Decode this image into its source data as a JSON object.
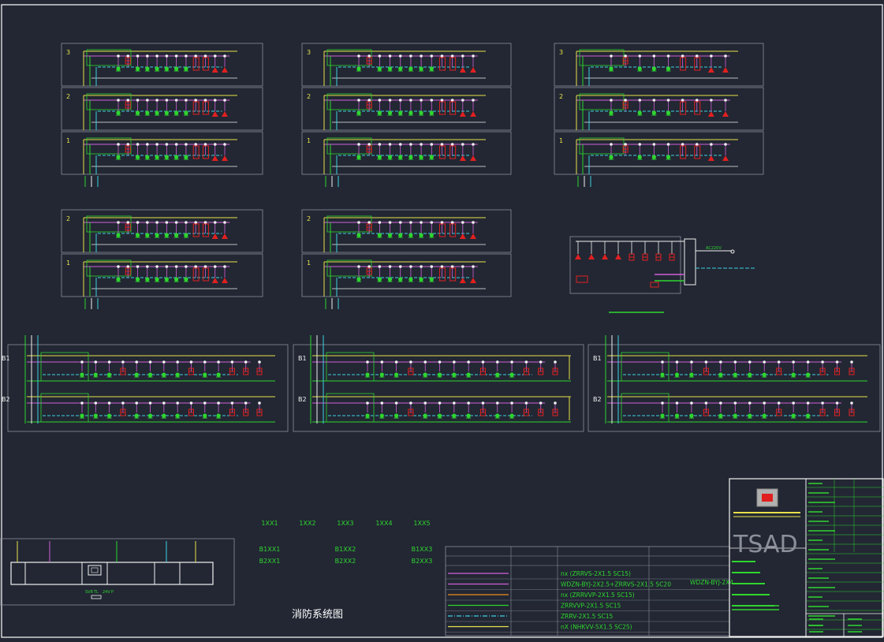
{
  "colors": {
    "background": "#222733",
    "frame": "#ffffff",
    "panel_border": "#8a8f99",
    "busbar": "#e8e04a",
    "signal": "#d15fd8",
    "green": "#2fd62f",
    "cyan": "#3fd0e0",
    "red": "#e02020",
    "white": "#f2f2f2",
    "orange": "#f08a20"
  },
  "upper_blocks": [
    {
      "floors": [
        "3",
        "2",
        "1"
      ]
    },
    {
      "floors": [
        "3",
        "2",
        "1"
      ]
    },
    {
      "floors": [
        "3",
        "2",
        "1"
      ]
    },
    {
      "floors": [
        "2",
        "1"
      ]
    },
    {
      "floors": [
        "2",
        "1"
      ]
    }
  ],
  "basement_blocks": [
    {
      "floors": [
        "B1",
        "B2"
      ]
    },
    {
      "floors": [
        "B1",
        "B2"
      ]
    },
    {
      "floors": [
        "B1",
        "B2"
      ]
    }
  ],
  "power_box": {
    "supply_label": "AC220V"
  },
  "zones_top": [
    "1XX1",
    "1XX2",
    "1XX3",
    "1XX4",
    "1XX5"
  ],
  "zones_bottom": [
    [
      "B1XX1",
      "B2XX1"
    ],
    [
      "B1XX2",
      "B2XX2"
    ],
    [
      "B1XX3",
      "B2XX3"
    ]
  ],
  "host_labels": [
    "SVR",
    "TL",
    "24V",
    "P"
  ],
  "legend": {
    "rows": [
      {
        "icon": "signal-line-icon",
        "text": "nx (ZRRVS-2X1.5 SC15)"
      },
      {
        "icon": "power-signal-line-icon",
        "text": "WDZN-BYJ-2X2.5+ZRRVS-2X1.5 SC20"
      },
      {
        "icon": "broadcast-line-icon",
        "text": "nx (ZRRVVP-2X1.5 SC15)"
      },
      {
        "icon": "telephone-line-icon",
        "text": "ZRRVVP-2X1.5 SC15"
      },
      {
        "icon": "control-line-icon",
        "text": "ZRRV-2X1.5 SC15"
      },
      {
        "icon": "bus-line-icon",
        "text": "nX (NHKVV-5X1.5 SC25)"
      }
    ],
    "side_note": "WDZN-BYJ-2X4"
  },
  "drawing_title": "消防系统图",
  "title_block": {
    "logo_letters": "TSAD"
  }
}
